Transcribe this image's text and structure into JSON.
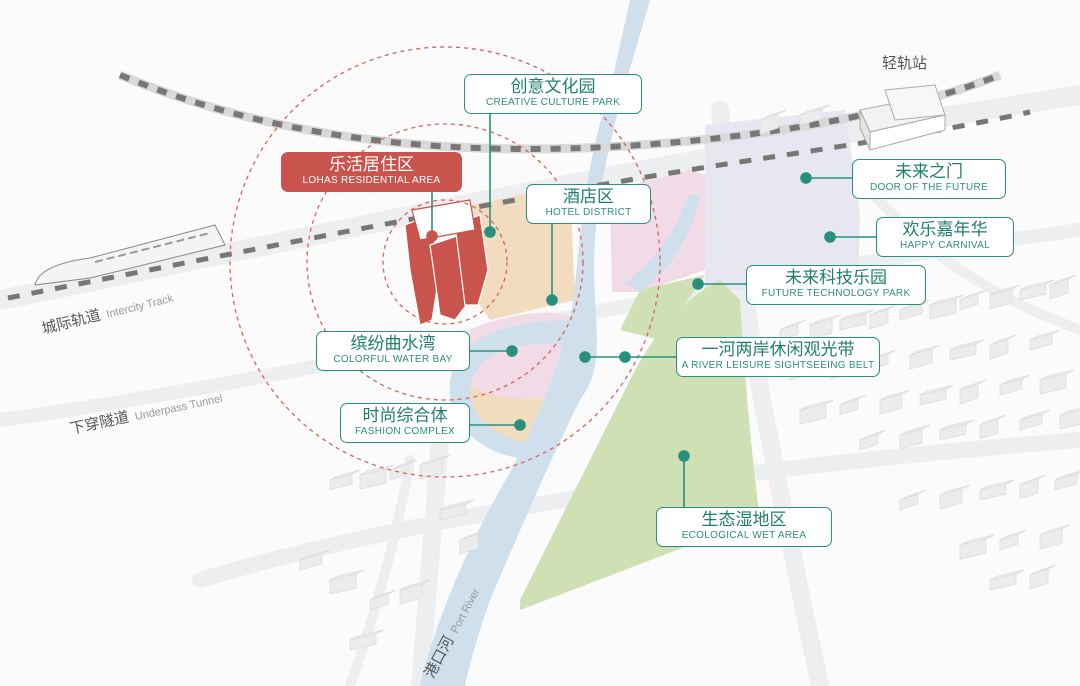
{
  "colors": {
    "accent": "#2b8f7d",
    "highlight": "#c9544d",
    "river": "#cfe0ec",
    "green": "#cfe0b4",
    "pink": "#f0dbe6",
    "orange": "#f1dcc0",
    "lavender": "#e7e7f2",
    "rings": "#d9615a"
  },
  "map_labels": {
    "light_rail_station": "轻轨站",
    "intercity_track": {
      "zh": "城际轨道",
      "en": "Intercity Track"
    },
    "underpass_tunnel": {
      "zh": "下穿隧道",
      "en": "Underpass Tunnel"
    },
    "port_river": {
      "zh": "港口河",
      "en": "Port River"
    }
  },
  "callouts": {
    "lohas": {
      "zh": "乐活居住区",
      "en": "LOHAS RESIDENTIAL AREA"
    },
    "creative": {
      "zh": "创意文化园",
      "en": "CREATIVE CULTURE PARK"
    },
    "hotel": {
      "zh": "酒店区",
      "en": "HOTEL DISTRICT"
    },
    "door": {
      "zh": "未来之门",
      "en": "DOOR OF THE FUTURE"
    },
    "carnival": {
      "zh": "欢乐嘉年华",
      "en": "HAPPY CARNIVAL"
    },
    "tech": {
      "zh": "未来科技乐园",
      "en": "FUTURE TECHNOLOGY PARK"
    },
    "water_bay": {
      "zh": "缤纷曲水湾",
      "en": "COLORFUL WATER BAY"
    },
    "leisure": {
      "zh": "一河两岸休闲观光带",
      "en": "A RIVER LEISURE SIGHTSEEING BELT"
    },
    "fashion": {
      "zh": "时尚综合体",
      "en": "FASHION COMPLEX"
    },
    "wetland": {
      "zh": "生态湿地区",
      "en": "ECOLOGICAL WET AREA"
    }
  }
}
